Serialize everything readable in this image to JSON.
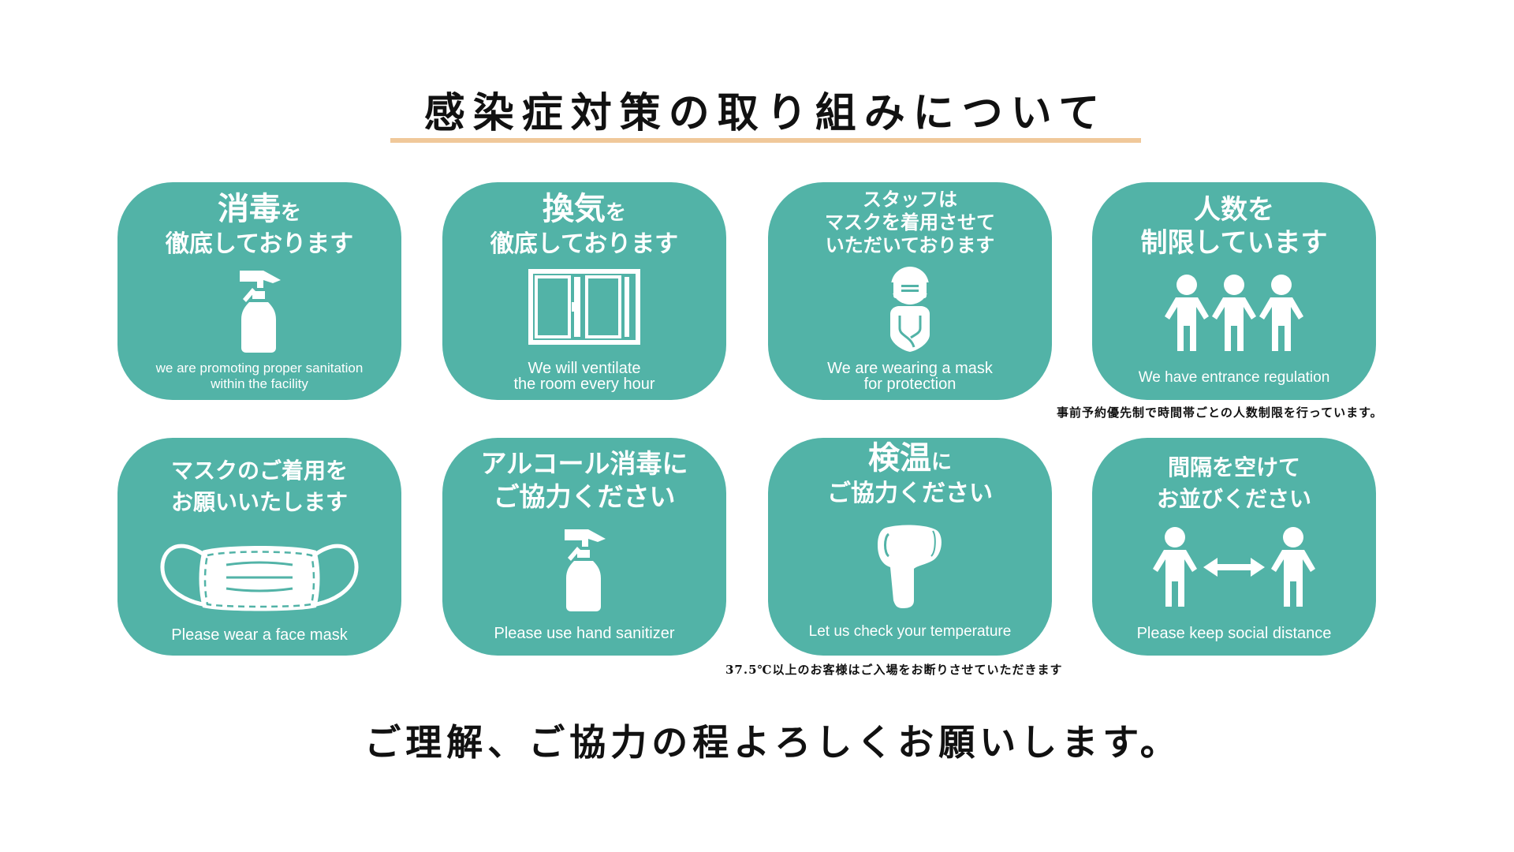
{
  "header": {
    "title": "感染症対策の取り組みについて",
    "underline_color": "#f0c89a"
  },
  "theme": {
    "card_color": "#52b3a7",
    "text_on_card": "#ffffff"
  },
  "cards": [
    {
      "jp_line1_big": "消毒",
      "jp_line1_small": "を",
      "jp_line2": "徹底しております",
      "icon": "spray-bottle-icon",
      "en_line1": "we are promoting proper sanitation",
      "en_line2": "within the facility"
    },
    {
      "jp_line1_big": "換気",
      "jp_line1_small": "を",
      "jp_line2": "徹底しております",
      "icon": "window-icon",
      "en_line1": "We will ventilate",
      "en_line2": "the room every hour"
    },
    {
      "jp_line1": "スタッフは",
      "jp_line2": "マスクを着用させて",
      "jp_line3": "いただいております",
      "icon": "masked-staff-icon",
      "en_line1": "We are wearing a mask",
      "en_line2": "for protection"
    },
    {
      "jp_line1": "人数を",
      "jp_line2": "制限しています",
      "icon": "three-people-icon",
      "en_line1": "We have entrance regulation"
    },
    {
      "jp_line1": "マスクのご着用を",
      "jp_line2": "お願いいたします",
      "icon": "face-mask-icon",
      "en_line1": "Please wear a face mask"
    },
    {
      "jp_line1": "アルコール消毒に",
      "jp_line2": "ご協力ください",
      "icon": "spray-bottle-icon",
      "en_line1": "Please use hand sanitizer"
    },
    {
      "jp_line1_big": "検温",
      "jp_line1_small": "に",
      "jp_line2": "ご協力ください",
      "icon": "thermometer-gun-icon",
      "en_line1": "Let us check your temperature"
    },
    {
      "jp_line1": "間隔を空けて",
      "jp_line2": "お並びください",
      "icon": "social-distance-icon",
      "en_line1": "Please keep social distance"
    }
  ],
  "notes": {
    "entrance": "事前予約優先制で時間帯ごとの人数制限を行っています。",
    "temperature": "37.5℃以上のお客様はご入場をお断りさせていただきます"
  },
  "footer": {
    "closing": "ご理解、ご協力の程よろしくお願いします。"
  }
}
